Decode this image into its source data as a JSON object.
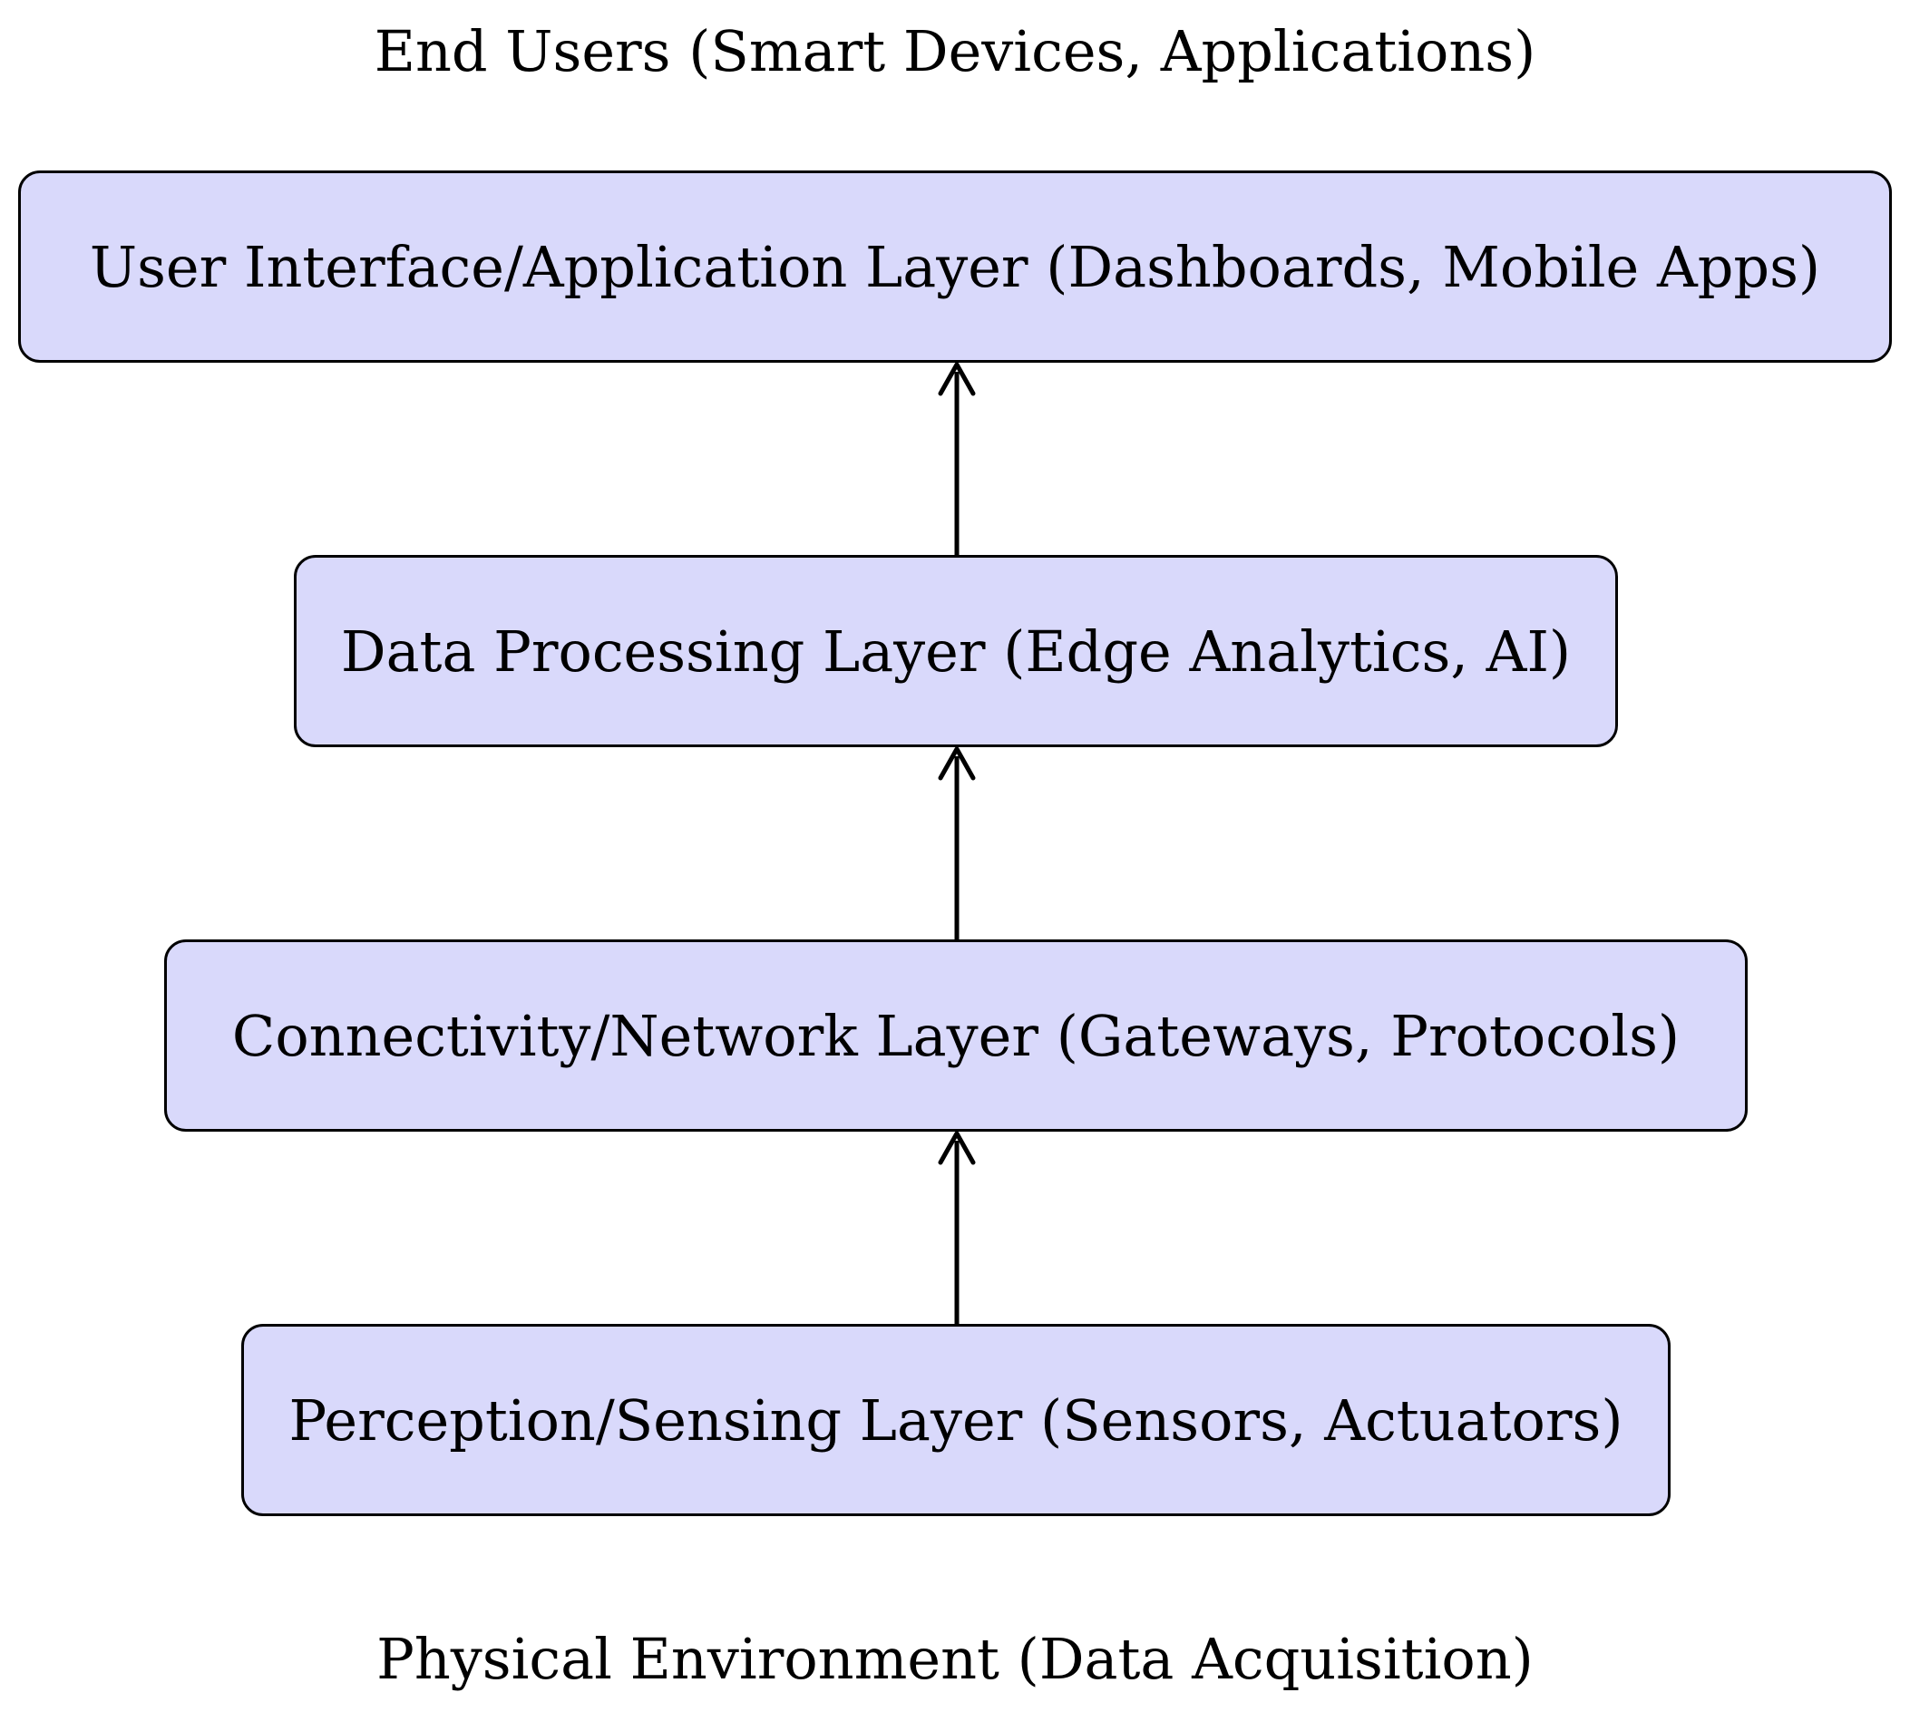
{
  "diagram": {
    "top_caption": "End Users (Smart Devices, Applications)",
    "bottom_caption": "Physical Environment (Data Acquisition)",
    "layers": [
      {
        "id": "ui",
        "label": "User Interface/Application Layer (Dashboards, Mobile Apps)"
      },
      {
        "id": "processing",
        "label": "Data Processing Layer (Edge Analytics, AI)"
      },
      {
        "id": "network",
        "label": "Connectivity/Network Layer (Gateways, Protocols)"
      },
      {
        "id": "perception",
        "label": "Perception/Sensing Layer (Sensors, Actuators)"
      }
    ],
    "edges": [
      {
        "from": "perception",
        "to": "network"
      },
      {
        "from": "network",
        "to": "processing"
      },
      {
        "from": "processing",
        "to": "ui"
      }
    ],
    "colors": {
      "box_fill": "#d9d9fb",
      "stroke": "#000000"
    }
  }
}
